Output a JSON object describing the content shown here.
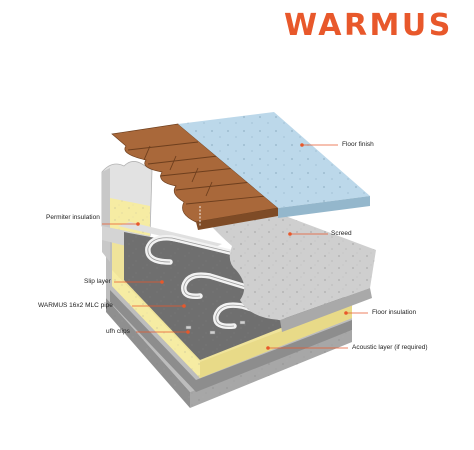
{
  "brand": {
    "logo_text": "WARMUS",
    "color": "#e8582b"
  },
  "colors": {
    "callout_line": "#e8582b",
    "floor_finish": "#bcd8ea",
    "timber": "#a9683a",
    "screed": "#c9c9c9",
    "floor_insulation": "#f6eca3",
    "pipe": "#f2f2f2"
  },
  "labels": {
    "floor_finish": "Floor finish",
    "perimeter_insulation": "Permiter insulation",
    "screed": "Screed",
    "slip_layer": "Slip layer",
    "pipe": "WARMUS 16x2 MLC pipe",
    "floor_insulation": "Floor insulation",
    "ufh_clips": "ufh clips",
    "acoustic_layer": "Acoustic layer (if required)"
  }
}
